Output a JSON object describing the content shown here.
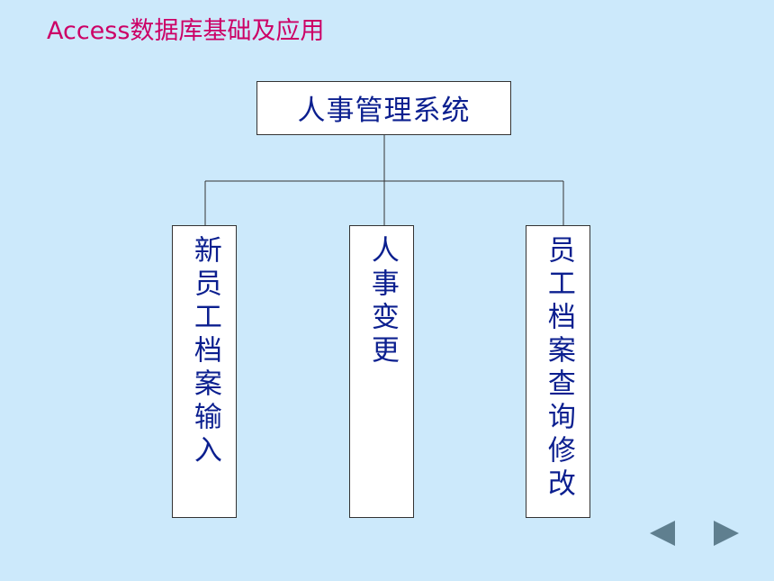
{
  "header": {
    "title": "Access数据库基础及应用"
  },
  "diagram": {
    "root": {
      "label": "人事管理系统"
    },
    "children": [
      {
        "label": "新员工档案输入"
      },
      {
        "label": "人事变更"
      },
      {
        "label": "员工档案查询修改"
      }
    ]
  },
  "navigation": {
    "prev_icon": "triangle-left-icon",
    "next_icon": "triangle-right-icon",
    "icon_color": "#5f7f8f"
  },
  "colors": {
    "background": "#cce9fb",
    "title": "#cc0066",
    "node_text": "#0b1f8f"
  }
}
